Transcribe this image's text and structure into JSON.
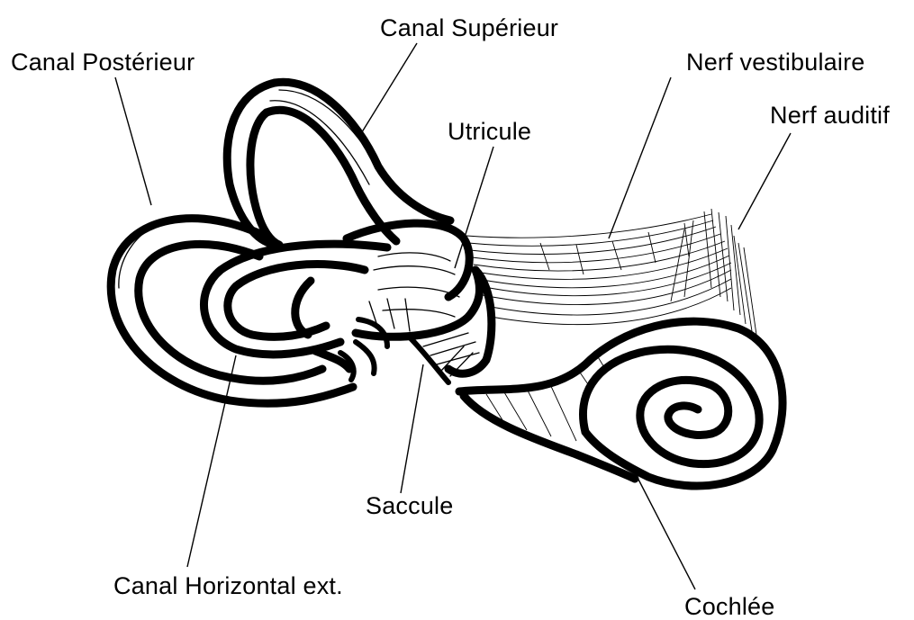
{
  "labels": {
    "canal_posterieur": "Canal Postérieur",
    "canal_superieur": "Canal Supérieur",
    "nerf_vestibulaire": "Nerf vestibulaire",
    "nerf_auditif": "Nerf auditif",
    "utricule": "Utricule",
    "saccule": "Saccule",
    "canal_horizontal": "Canal Horizontal ext.",
    "cochlee": "Cochlée"
  },
  "colors": {
    "ink": "#000000",
    "background": "#ffffff"
  }
}
